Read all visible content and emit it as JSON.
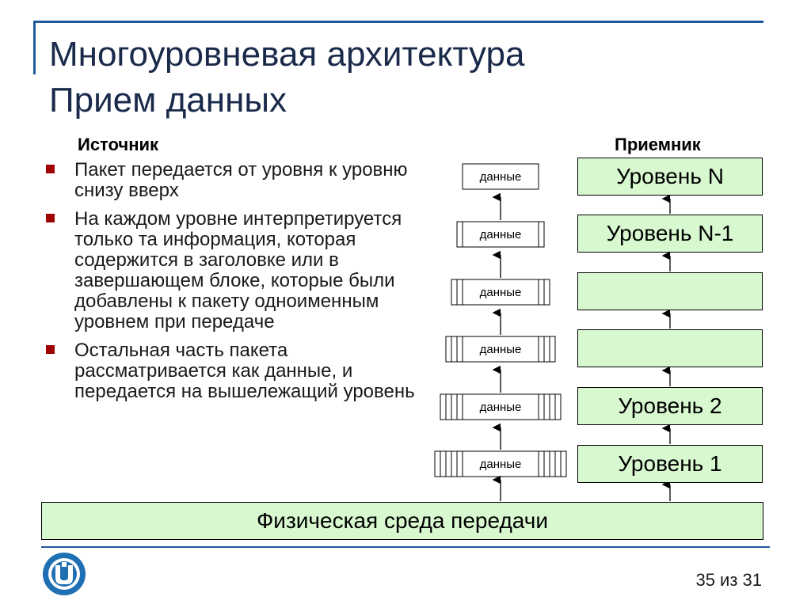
{
  "title": {
    "line1": "Многоуровневая архитектура",
    "line2": "Прием данных"
  },
  "source_heading": "Источник",
  "receiver_heading": "Приемник",
  "bullets": [
    "Пакет передается от уровня к уровню снизу вверх",
    "На каждом уровне интерпретируется только та информация, которая содержится в заголовке или в завершающем блоке, которые были добавлены к пакету одноименным уровнем при передаче",
    "Остальная часть пакета рассматривается как данные, и передается на вышележащий уровень"
  ],
  "packet_label": "данные",
  "layers": {
    "n": "Уровень N",
    "n_minus_1": "Уровень N-1",
    "blank_a": "",
    "blank_b": "",
    "l2": "Уровень 2",
    "l1": "Уровень 1"
  },
  "physical_medium": "Физическая среда передачи",
  "page_number": "35 из 31",
  "colors": {
    "layer_fill": "#d8f8d0",
    "accent_line": "#1f5a9c",
    "bullet_mark": "#a00000"
  }
}
